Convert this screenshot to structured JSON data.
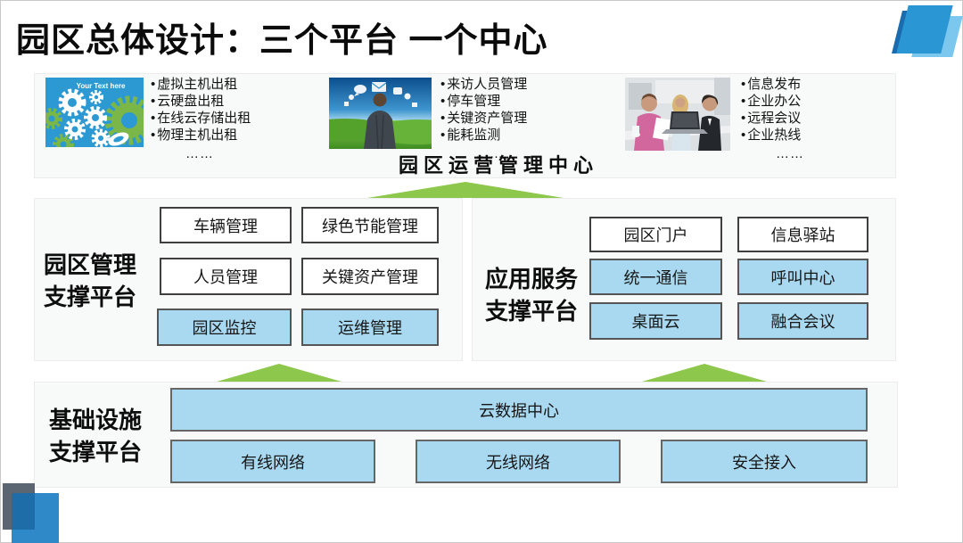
{
  "slide": {
    "title": "园区总体设计：三个平台 一个中心"
  },
  "colors": {
    "green-arrow": "#8dc74b",
    "box-blue": "#a9d9f1",
    "box-border-dark": "#3f3f3f",
    "corner-blue": "#2a97d4"
  },
  "top": {
    "center_label": "园区运营管理中心",
    "groups": [
      {
        "image": "gears-cloud-image",
        "image_caption": "Your Text here",
        "items": [
          "虚拟主机出租",
          "云硬盘出租",
          "在线云存储出租",
          "物理主机出租"
        ],
        "more": "……"
      },
      {
        "image": "person-sky-image",
        "items": [
          "来访人员管理",
          "停车管理",
          "关键资产管理",
          "能耗监测"
        ],
        "more": "……"
      },
      {
        "image": "office-meeting-image",
        "items": [
          "信息发布",
          "企业办公",
          "远程会议",
          "企业热线"
        ],
        "more": "……"
      }
    ]
  },
  "platforms": {
    "park_mgmt": {
      "label_line1": "园区管理",
      "label_line2": "支撑平台",
      "boxes": [
        "车辆管理",
        "绿色节能管理",
        "人员管理",
        "关键资产管理",
        "园区监控",
        "运维管理"
      ]
    },
    "app_service": {
      "label_line1": "应用服务",
      "label_line2": "支撑平台",
      "boxes": [
        "园区门户",
        "信息驿站",
        "统一通信",
        "呼叫中心",
        "桌面云",
        "融合会议"
      ]
    },
    "infrastructure": {
      "label_line1": "基础设施",
      "label_line2": "支撑平台",
      "wide_box": "云数据中心",
      "boxes": [
        "有线网络",
        "无线网络",
        "安全接入"
      ]
    }
  }
}
